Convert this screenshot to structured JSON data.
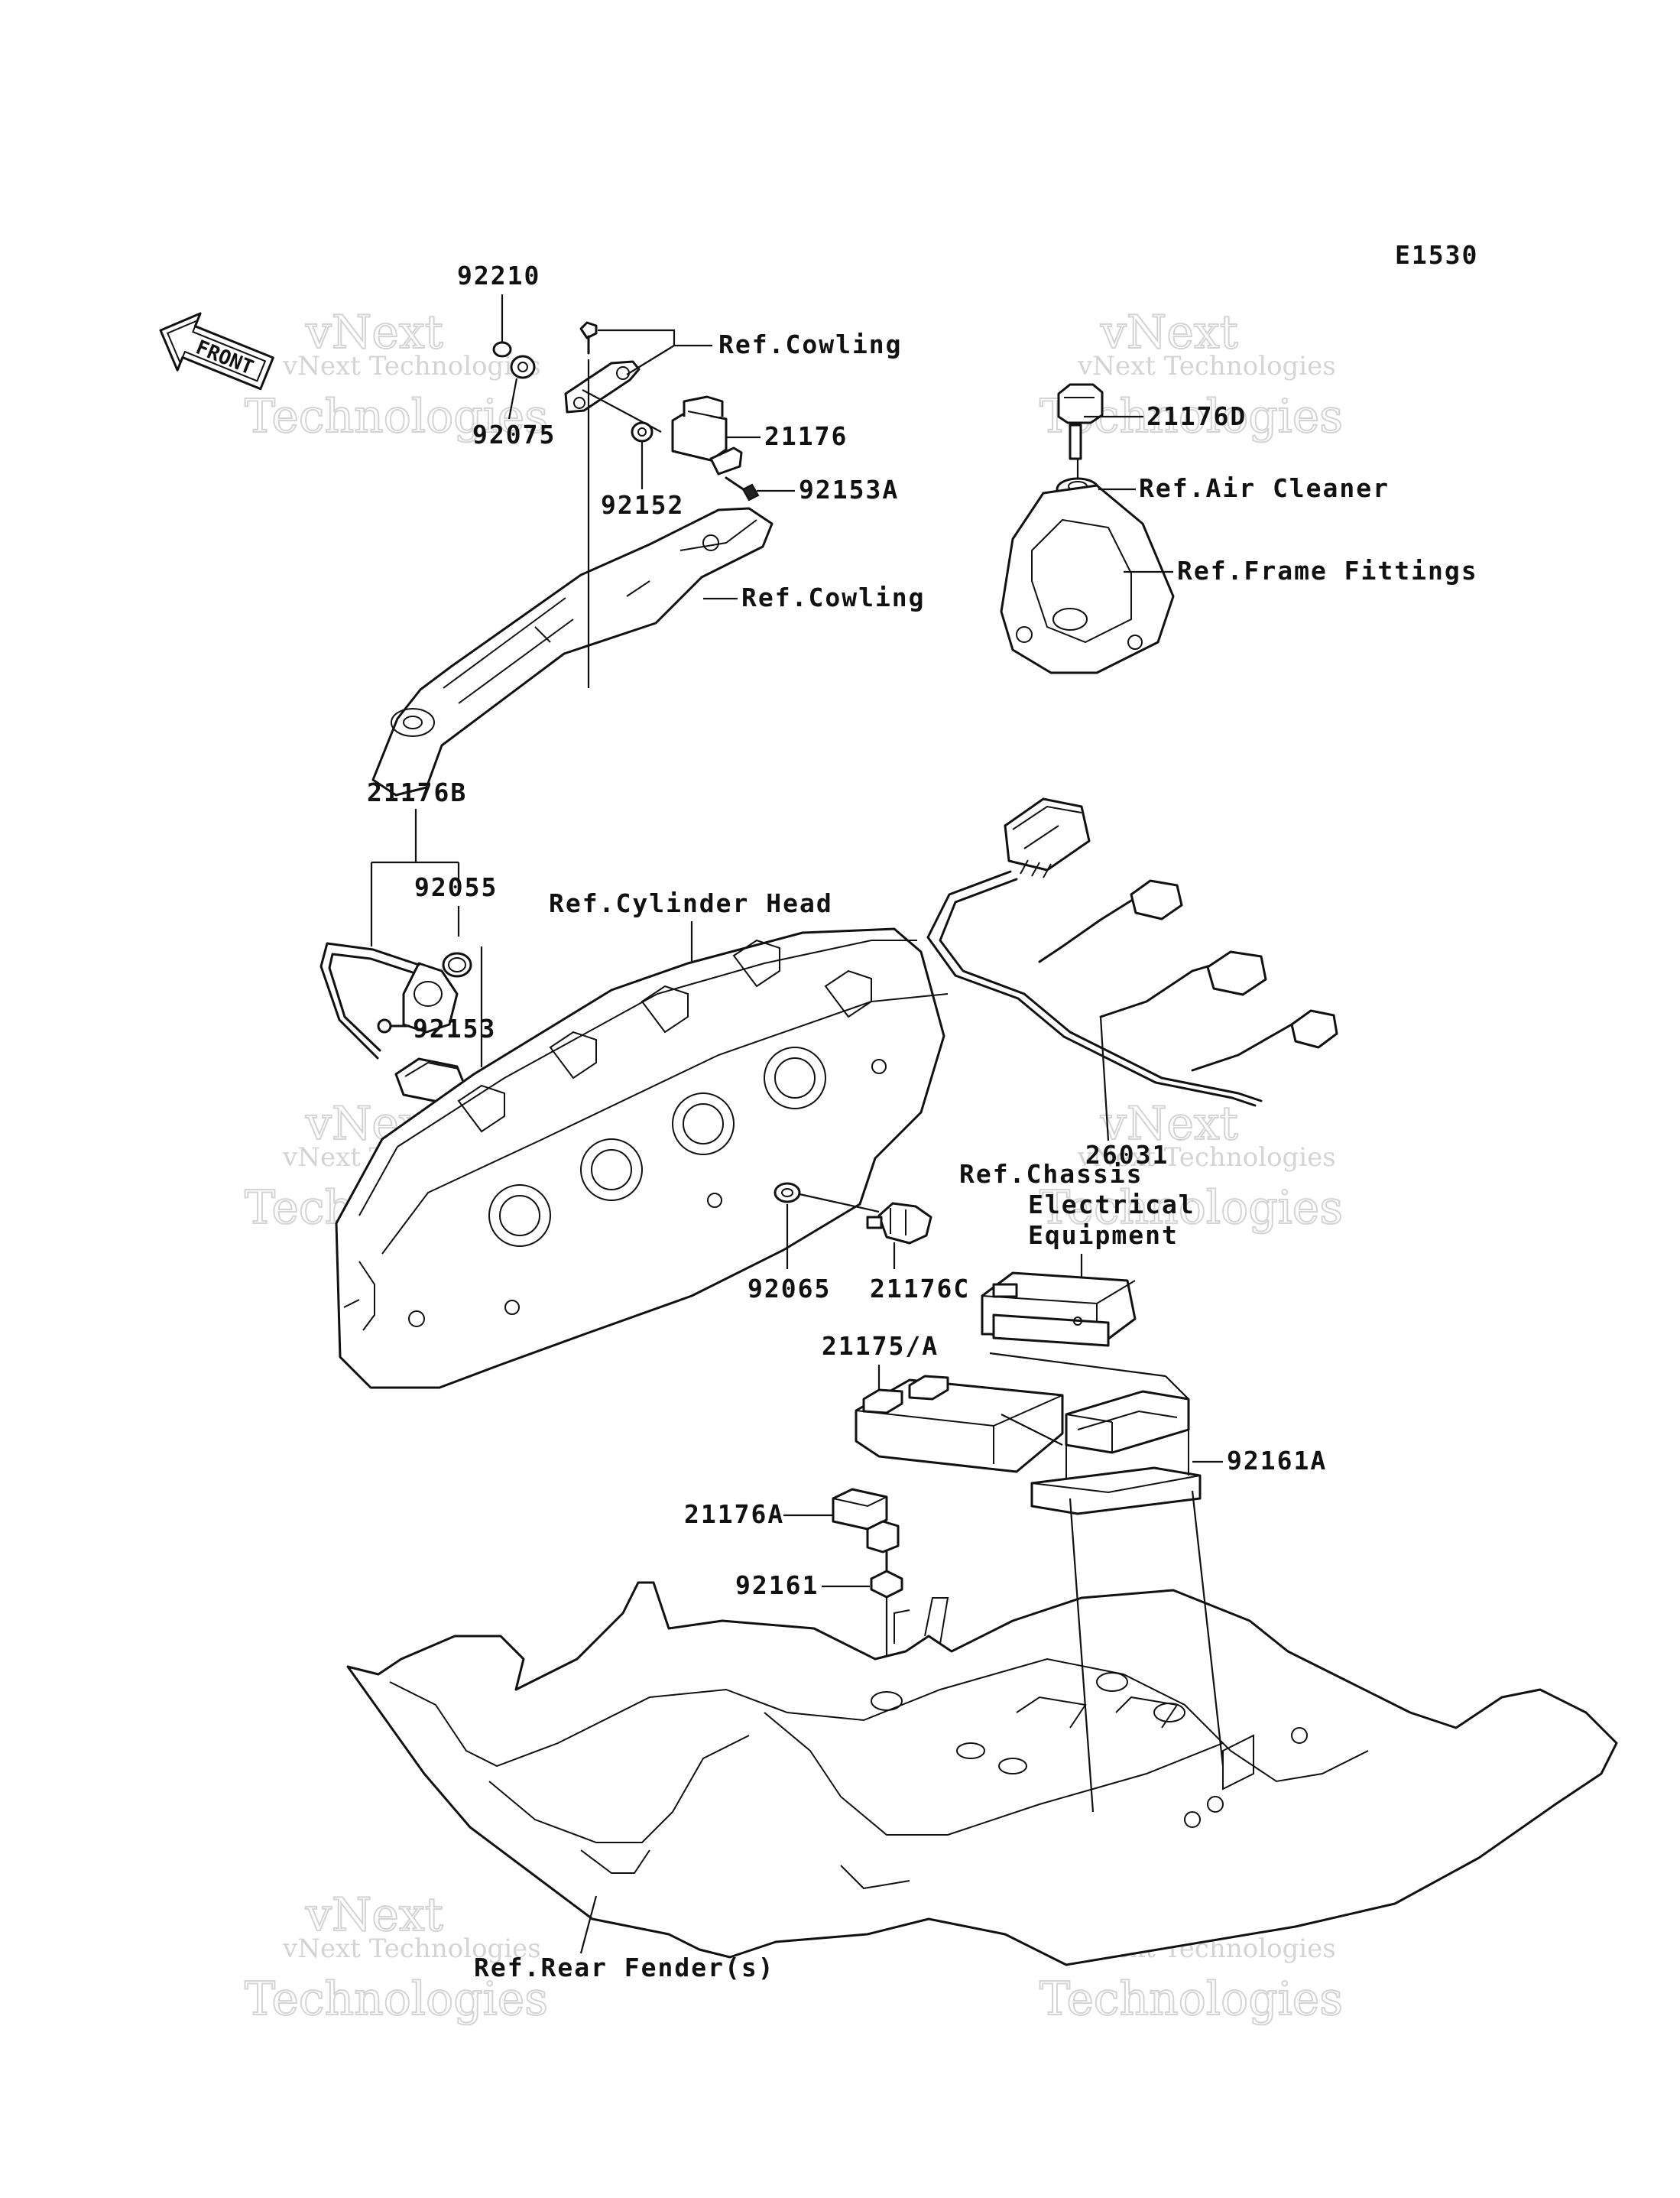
{
  "diagram_code": "E1530",
  "front_marker": "FRONT",
  "watermark": {
    "line1": "vNext Technologies",
    "line2": "vNext",
    "line3": "Technologies"
  },
  "labels": {
    "p92210": "92210",
    "p92075": "92075",
    "p92152": "92152",
    "p92153A": "92153A",
    "p21176": "21176",
    "refCowling1": "Ref.Cowling",
    "refCowling2": "Ref.Cowling",
    "p21176D": "21176D",
    "refAirCleaner": "Ref.Air Cleaner",
    "refFrameFittings": "Ref.Frame Fittings",
    "p21176B": "21176B",
    "p92055": "92055",
    "refCylinderHead": "Ref.Cylinder Head",
    "p92153": "92153",
    "p26031": "26031",
    "refChassis1": "Ref.Chassis",
    "refChassis2": "Electrical",
    "refChassis3": "Equipment",
    "p92065": "92065",
    "p21176C": "21176C",
    "p21175A": "21175/A",
    "p92161A": "92161A",
    "p21176A": "21176A",
    "p92161": "92161",
    "refRearFender": "Ref.Rear Fender(s)"
  }
}
